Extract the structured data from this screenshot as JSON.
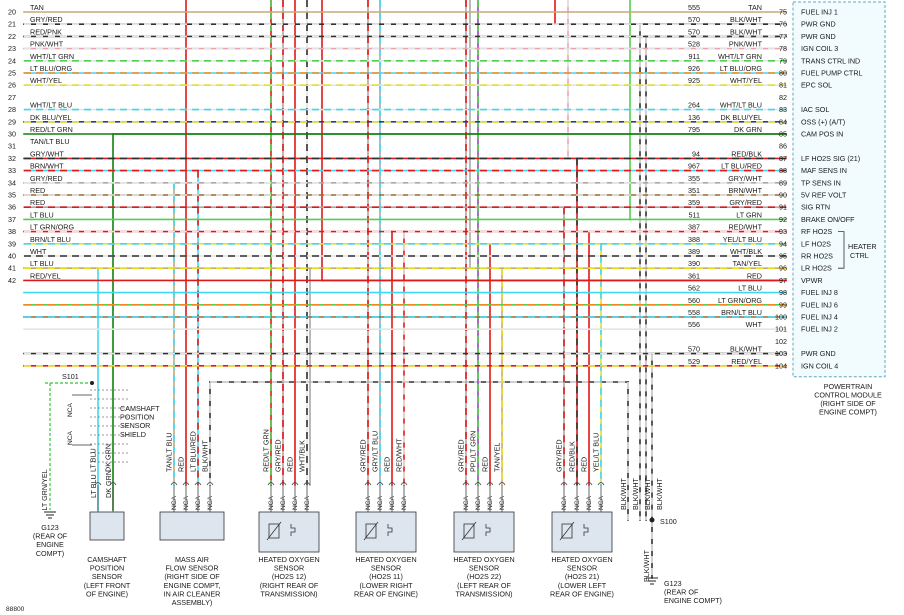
{
  "colors": {
    "TAN": "#c8a878",
    "GRY": "#a8a8a8",
    "RED": "#e01818",
    "PNK": "#f0a0b0",
    "WHT": "#e4e4e4",
    "LT GRN": "#50d050",
    "LT BLU": "#40d8f0",
    "YEL": "#e8e020",
    "DK BLU": "#2040a0",
    "DK GRN": "#108010",
    "BRN": "#9a6a30",
    "ORG": "#f08a20",
    "BLK": "#303030",
    "PPL": "#a040c0",
    "frame": "#5a5a5a"
  },
  "left_wires": [
    {
      "pin": "20",
      "label": "TAN",
      "c1": "TAN",
      "c2": "TAN"
    },
    {
      "pin": "21",
      "label": "GRY/RED",
      "c1": "GRY",
      "c2": "RED"
    },
    {
      "pin": "22",
      "label": "RED/PNK",
      "c1": "RED",
      "c2": "PNK"
    },
    {
      "pin": "23",
      "label": "PNK/WHT",
      "c1": "PNK",
      "c2": "WHT"
    },
    {
      "pin": "24",
      "label": "WHT/LT GRN",
      "c1": "WHT",
      "c2": "LT GRN"
    },
    {
      "pin": "25",
      "label": "LT BLU/ORG",
      "c1": "LT BLU",
      "c2": "ORG"
    },
    {
      "pin": "26",
      "label": "WHT/YEL",
      "c1": "WHT",
      "c2": "YEL"
    },
    {
      "pin": "27",
      "label": "",
      "c1": "",
      "c2": ""
    },
    {
      "pin": "28",
      "label": "WHT/LT BLU",
      "c1": "WHT",
      "c2": "LT BLU"
    },
    {
      "pin": "29",
      "label": "DK BLU/YEL",
      "c1": "DK BLU",
      "c2": "YEL"
    },
    {
      "pin": "30",
      "label": "RED/LT GRN",
      "c1": "RED",
      "c2": "LT GRN"
    },
    {
      "pin": "31",
      "label": "TAN/LT BLU",
      "c1": "TAN",
      "c2": "LT BLU"
    },
    {
      "pin": "32",
      "label": "GRY/WHT",
      "c1": "GRY",
      "c2": "WHT"
    },
    {
      "pin": "33",
      "label": "BRN/WHT",
      "c1": "BRN",
      "c2": "WHT"
    },
    {
      "pin": "34",
      "label": "GRY/RED",
      "c1": "GRY",
      "c2": "RED"
    },
    {
      "pin": "35",
      "label": "RED",
      "c1": "RED",
      "c2": "RED"
    },
    {
      "pin": "36",
      "label": "RED",
      "c1": "RED",
      "c2": "RED"
    },
    {
      "pin": "37",
      "label": "LT BLU",
      "c1": "LT BLU",
      "c2": "LT BLU"
    },
    {
      "pin": "38",
      "label": "LT GRN/ORG",
      "c1": "LT GRN",
      "c2": "ORG"
    },
    {
      "pin": "39",
      "label": "BRN/LT BLU",
      "c1": "BRN",
      "c2": "LT BLU"
    },
    {
      "pin": "40",
      "label": "WHT",
      "c1": "WHT",
      "c2": "WHT"
    },
    {
      "pin": "41",
      "label": "LT BLU",
      "c1": "LT BLU",
      "c2": "LT BLU"
    },
    {
      "pin": "42",
      "label": "RED/YEL",
      "c1": "RED",
      "c2": "YEL"
    }
  ],
  "right_wires": [
    {
      "circuit": "555",
      "label": "TAN",
      "pin": "75",
      "func": "FUEL INJ 1",
      "c1": "TAN",
      "c2": "TAN"
    },
    {
      "circuit": "570",
      "label": "BLK/WHT",
      "pin": "76",
      "func": "PWR GND",
      "c1": "BLK",
      "c2": "WHT"
    },
    {
      "circuit": "570",
      "label": "BLK/WHT",
      "pin": "77",
      "func": "PWR GND",
      "c1": "BLK",
      "c2": "WHT"
    },
    {
      "circuit": "528",
      "label": "PNK/WHT",
      "pin": "78",
      "func": "IGN COIL 3",
      "c1": "PNK",
      "c2": "WHT"
    },
    {
      "circuit": "911",
      "label": "WHT/LT GRN",
      "pin": "79",
      "func": "TRANS CTRL IND",
      "c1": "WHT",
      "c2": "LT GRN"
    },
    {
      "circuit": "926",
      "label": "LT BLU/ORG",
      "pin": "80",
      "func": "FUEL PUMP CTRL",
      "c1": "LT BLU",
      "c2": "ORG"
    },
    {
      "circuit": "925",
      "label": "WHT/YEL",
      "pin": "81",
      "func": "EPC SOL",
      "c1": "WHT",
      "c2": "YEL"
    },
    {
      "circuit": "",
      "label": "",
      "pin": "82",
      "func": "",
      "c1": "",
      "c2": ""
    },
    {
      "circuit": "264",
      "label": "WHT/LT BLU",
      "pin": "83",
      "func": "IAC SOL",
      "c1": "WHT",
      "c2": "LT BLU"
    },
    {
      "circuit": "136",
      "label": "DK BLU/YEL",
      "pin": "84",
      "func": "OSS (+) (A/T)",
      "c1": "DK BLU",
      "c2": "YEL"
    },
    {
      "circuit": "795",
      "label": "DK GRN",
      "pin": "85",
      "func": "CAM POS IN",
      "c1": "DK GRN",
      "c2": "DK GRN"
    },
    {
      "circuit": "",
      "label": "",
      "pin": "86",
      "func": "",
      "c1": "",
      "c2": ""
    },
    {
      "circuit": "94",
      "label": "RED/BLK",
      "pin": "87",
      "func": "LF HO2S SIG (21)",
      "c1": "RED",
      "c2": "BLK"
    },
    {
      "circuit": "967",
      "label": "LT BLU/RED",
      "pin": "88",
      "func": "MAF SENS IN",
      "c1": "LT BLU",
      "c2": "RED"
    },
    {
      "circuit": "355",
      "label": "GRY/WHT",
      "pin": "89",
      "func": "TP SENS IN",
      "c1": "GRY",
      "c2": "WHT"
    },
    {
      "circuit": "351",
      "label": "BRN/WHT",
      "pin": "90",
      "func": "5V REF VOLT",
      "c1": "BRN",
      "c2": "WHT"
    },
    {
      "circuit": "359",
      "label": "GRY/RED",
      "pin": "91",
      "func": "SIG RTN",
      "c1": "GRY",
      "c2": "RED"
    },
    {
      "circuit": "511",
      "label": "LT GRN",
      "pin": "92",
      "func": "BRAKE ON/OFF",
      "c1": "LT GRN",
      "c2": "LT GRN"
    },
    {
      "circuit": "387",
      "label": "RED/WHT",
      "pin": "93",
      "func": "RF HO2S",
      "c1": "RED",
      "c2": "WHT"
    },
    {
      "circuit": "388",
      "label": "YEL/LT BLU",
      "pin": "94",
      "func": "LF HO2S",
      "c1": "YEL",
      "c2": "LT BLU"
    },
    {
      "circuit": "389",
      "label": "WHT/BLK",
      "pin": "95",
      "func": "RR HO2S",
      "c1": "WHT",
      "c2": "BLK"
    },
    {
      "circuit": "390",
      "label": "TAN/YEL",
      "pin": "96",
      "func": "LR HO2S",
      "c1": "TAN",
      "c2": "YEL"
    },
    {
      "circuit": "361",
      "label": "RED",
      "pin": "97",
      "func": "VPWR",
      "c1": "RED",
      "c2": "RED"
    },
    {
      "circuit": "562",
      "label": "LT BLU",
      "pin": "98",
      "func": "FUEL INJ 8",
      "c1": "LT BLU",
      "c2": "LT BLU"
    },
    {
      "circuit": "560",
      "label": "LT GRN/ORG",
      "pin": "99",
      "func": "FUEL INJ 6",
      "c1": "LT GRN",
      "c2": "ORG"
    },
    {
      "circuit": "558",
      "label": "BRN/LT BLU",
      "pin": "100",
      "func": "FUEL INJ 4",
      "c1": "BRN",
      "c2": "LT BLU"
    },
    {
      "circuit": "556",
      "label": "WHT",
      "pin": "101",
      "func": "FUEL INJ 2",
      "c1": "WHT",
      "c2": "WHT"
    },
    {
      "circuit": "",
      "label": "",
      "pin": "102",
      "func": "",
      "c1": "",
      "c2": ""
    },
    {
      "circuit": "570",
      "label": "BLK/WHT",
      "pin": "103",
      "func": "PWR GND",
      "c1": "BLK",
      "c2": "WHT"
    },
    {
      "circuit": "529",
      "label": "RED/YEL",
      "pin": "104",
      "func": "IGN COIL 4",
      "c1": "RED",
      "c2": "YEL"
    }
  ],
  "heater_ctrl": "HEATER CTRL",
  "pcm": {
    "title": "POWERTRAIN",
    "line2": "CONTROL MODULE",
    "line3": "(RIGHT SIDE OF",
    "line4": "ENGINE COMPT)"
  },
  "splices": {
    "s101": "S101",
    "s100": "S100"
  },
  "shield_label": [
    "CAMSHAFT",
    "POSITION",
    "SENSOR",
    "SHIELD"
  ],
  "nca": "NCA",
  "grounds": {
    "left": [
      "G123",
      "(REAR OF",
      "ENGINE",
      "COMPT)"
    ],
    "right": [
      "G123",
      "(REAR OF",
      "ENGINE COMPT)"
    ]
  },
  "left_gnd_wire": "LT GRN/YEL",
  "gnd_wires": [
    "BLK/WHT",
    "BLK/WHT",
    "BLK/WHT",
    "BLK/WHT"
  ],
  "s100_down": "BLK/WHT",
  "sensors": [
    {
      "wires": [
        "LT BLU",
        "DK GRN"
      ],
      "caption": [
        "CAMSHAFT",
        "POSITION",
        "SENSOR",
        "(LEFT FRONT",
        "OF ENGINE)"
      ]
    },
    {
      "wires": [
        "TAN/LT BLU",
        "RED",
        "LT BLU/RED",
        "BLK/WHT"
      ],
      "caption": [
        "MASS AIR",
        "FLOW SENSOR",
        "(RIGHT SIDE OF",
        "ENGINE COMPT,",
        "IN AIR CLEANER",
        "ASSEMBLY)"
      ]
    },
    {
      "wires": [
        "RED/LT GRN",
        "GRY/RED",
        "RED",
        "WHT/BLK"
      ],
      "caption": [
        "HEATED OXYGEN",
        "SENSOR",
        "(HO2S 12)",
        "(RIGHT REAR OF",
        "TRANSMISSION)"
      ]
    },
    {
      "wires": [
        "GRY/RED",
        "GRY/LT BLU",
        "RED",
        "RED/WHT"
      ],
      "caption": [
        "HEATED OXYGEN",
        "SENSOR",
        "(HO2S 11)",
        "(LOWER RIGHT",
        "REAR OF ENGINE)"
      ]
    },
    {
      "wires": [
        "GRY/RED",
        "PPL/LT GRN",
        "RED",
        "TAN/YEL"
      ],
      "caption": [
        "HEATED OXYGEN",
        "SENSOR",
        "(HO2S 22)",
        "(LEFT REAR OF",
        "TRANSMISSION)"
      ]
    },
    {
      "wires": [
        "GRY/RED",
        "RED/BLK",
        "RED",
        "YEL/LT BLU"
      ],
      "caption": [
        "HEATED OXYGEN",
        "SENSOR",
        "(HO2S 21)",
        "(LOWER LEFT",
        "REAR OF ENGINE)"
      ]
    }
  ],
  "figure_code": "88800"
}
